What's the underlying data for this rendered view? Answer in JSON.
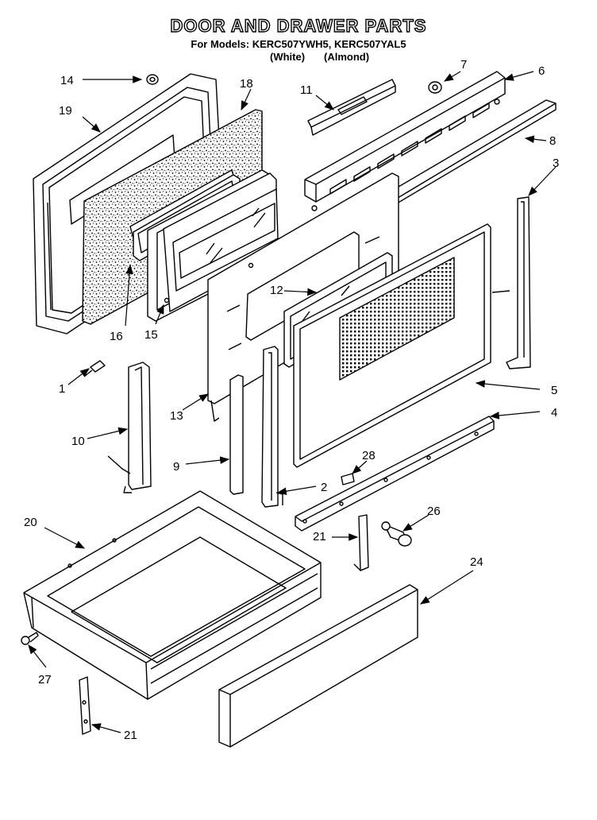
{
  "title": "DOOR AND DRAWER PARTS",
  "models_line": "For Models: KERC507YWH5, KERC507YAL5",
  "variants": [
    "(White)",
    "(Almond)"
  ],
  "callouts": [
    {
      "id": "1",
      "label": "1"
    },
    {
      "id": "2",
      "label": "2"
    },
    {
      "id": "3",
      "label": "3"
    },
    {
      "id": "4",
      "label": "4"
    },
    {
      "id": "5",
      "label": "5"
    },
    {
      "id": "6",
      "label": "6"
    },
    {
      "id": "7",
      "label": "7"
    },
    {
      "id": "8",
      "label": "8"
    },
    {
      "id": "9",
      "label": "9"
    },
    {
      "id": "10",
      "label": "10"
    },
    {
      "id": "11",
      "label": "11"
    },
    {
      "id": "12",
      "label": "12"
    },
    {
      "id": "13",
      "label": "13"
    },
    {
      "id": "14",
      "label": "14"
    },
    {
      "id": "15",
      "label": "15"
    },
    {
      "id": "16",
      "label": "16"
    },
    {
      "id": "18",
      "label": "18"
    },
    {
      "id": "19",
      "label": "19"
    },
    {
      "id": "20",
      "label": "20"
    },
    {
      "id": "21a",
      "label": "21"
    },
    {
      "id": "21b",
      "label": "21"
    },
    {
      "id": "24",
      "label": "24"
    },
    {
      "id": "26",
      "label": "26"
    },
    {
      "id": "27",
      "label": "27"
    },
    {
      "id": "28",
      "label": "28"
    }
  ]
}
